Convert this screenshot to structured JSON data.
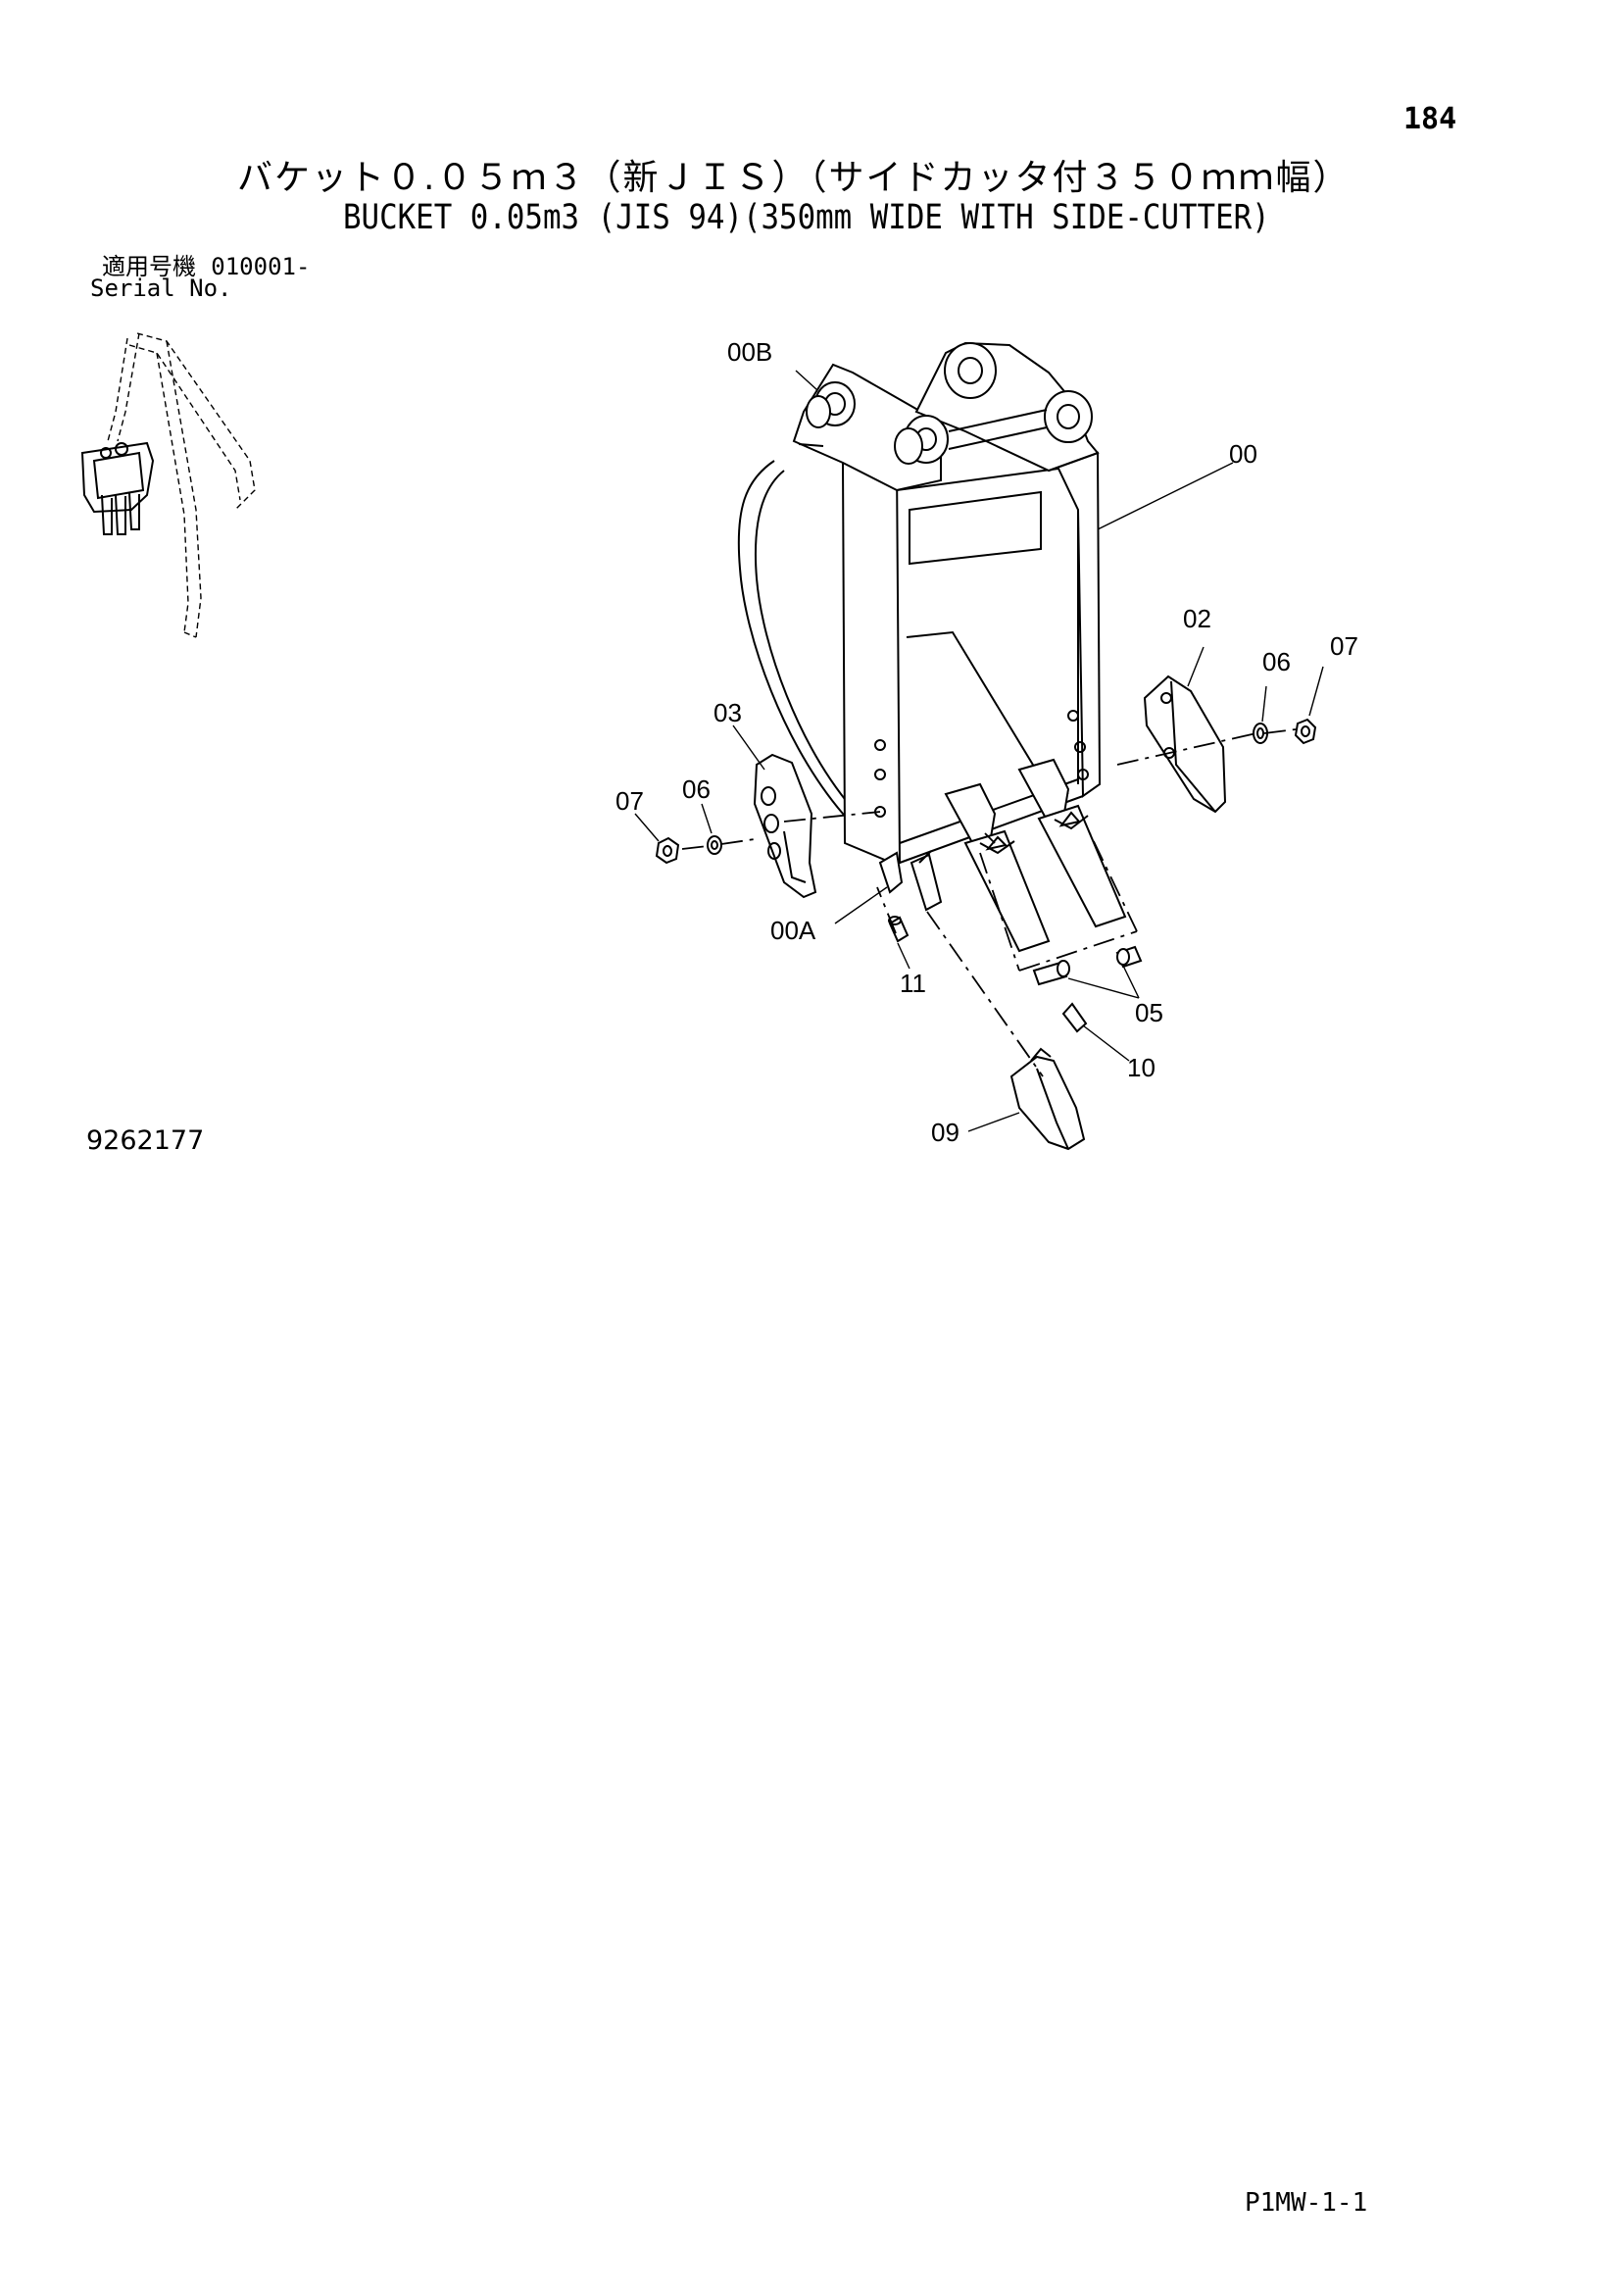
{
  "header": {
    "page_number": "184",
    "title_jp": "バケット０.０５ｍ３（新ＪＩＳ）（サイドカッタ付３５０ｍｍ幅）",
    "title_en": "BUCKET 0.05m3 (JIS 94)(350mm WIDE WITH SIDE-CUTTER)",
    "serial_label_jp": "適用号機",
    "serial_value": "010001-",
    "serial_label_en": "Serial No."
  },
  "drawing_number": "9262177",
  "page_code": "P1MW-1-1",
  "callouts": {
    "c_00B": "00B",
    "c_00": "00",
    "c_02": "02",
    "c_06_right": "06",
    "c_07_right": "07",
    "c_03": "03",
    "c_07_left": "07",
    "c_06_left": "06",
    "c_00A": "00A",
    "c_11": "11",
    "c_05": "05",
    "c_10": "10",
    "c_09": "09"
  }
}
